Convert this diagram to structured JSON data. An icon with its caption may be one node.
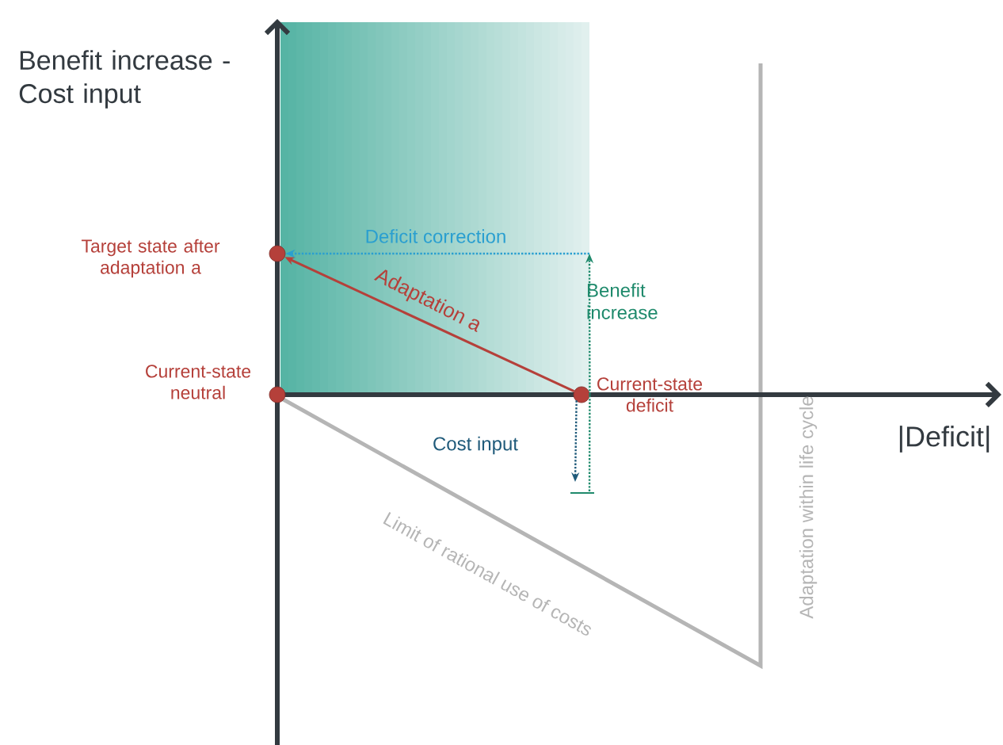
{
  "diagram": {
    "nodes": [
      {
        "text": [],
        "shape": "circle",
        "beside": [
          "Target state after adaptation a"
        ]
      },
      {
        "text": [],
        "shape": "circle",
        "beside": [
          "Current-state neutral"
        ]
      },
      {
        "text": [],
        "shape": "circle",
        "beside": [
          "Current-state deficit"
        ]
      }
    ],
    "edges": [
      {
        "from": 2,
        "to": 0,
        "arrow": "to",
        "label": "Adaptation a",
        "color": "#b5403a"
      },
      {
        "from": null,
        "to": 0,
        "arrow": "to",
        "label": "Deficit correction",
        "style": "dashed",
        "color": "#2a9fd0"
      },
      {
        "from": 2,
        "to": null,
        "arrow": "to",
        "label": "Benefit increase",
        "style": "dashed",
        "color": "#1f8a6c"
      },
      {
        "from": 2,
        "to": null,
        "arrow": "to",
        "label": "Cost input",
        "style": "dashed",
        "color": "#1f5a7a"
      }
    ],
    "labels": [
      "Benefit increase - Cost input",
      "|Deficit|",
      "Limit of rational use of costs",
      "Adaptation within life cycle"
    ]
  }
}
